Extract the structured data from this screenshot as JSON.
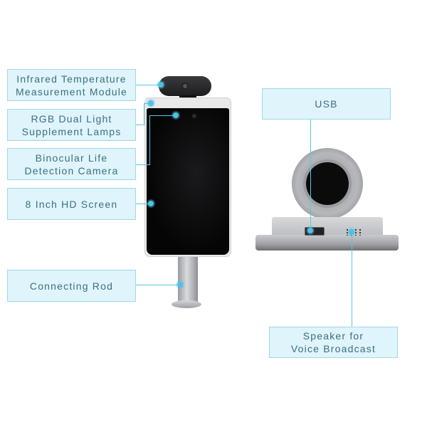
{
  "diagram": {
    "subject": "Face recognition temperature measurement kiosk",
    "accent_color": "#5cc4e4",
    "label_bg": "#dff4fb",
    "label_border": "#9fd8ea",
    "label_text_color": "#3c6f82",
    "left_labels": [
      {
        "line1": "Infrared Temperature",
        "line2": "Measurement Module"
      },
      {
        "line1": "RGB Dual Light",
        "line2": "Supplement Lamps"
      },
      {
        "line1": "Binocular Life",
        "line2": "Detection Camera"
      },
      {
        "line1": "8 Inch HD Screen",
        "line2": ""
      },
      {
        "line1": "Connecting Rod",
        "line2": ""
      }
    ],
    "right_labels": [
      {
        "line1": "USB",
        "line2": ""
      },
      {
        "line1": "Speaker for",
        "line2": "Voice Broadcast"
      }
    ]
  }
}
